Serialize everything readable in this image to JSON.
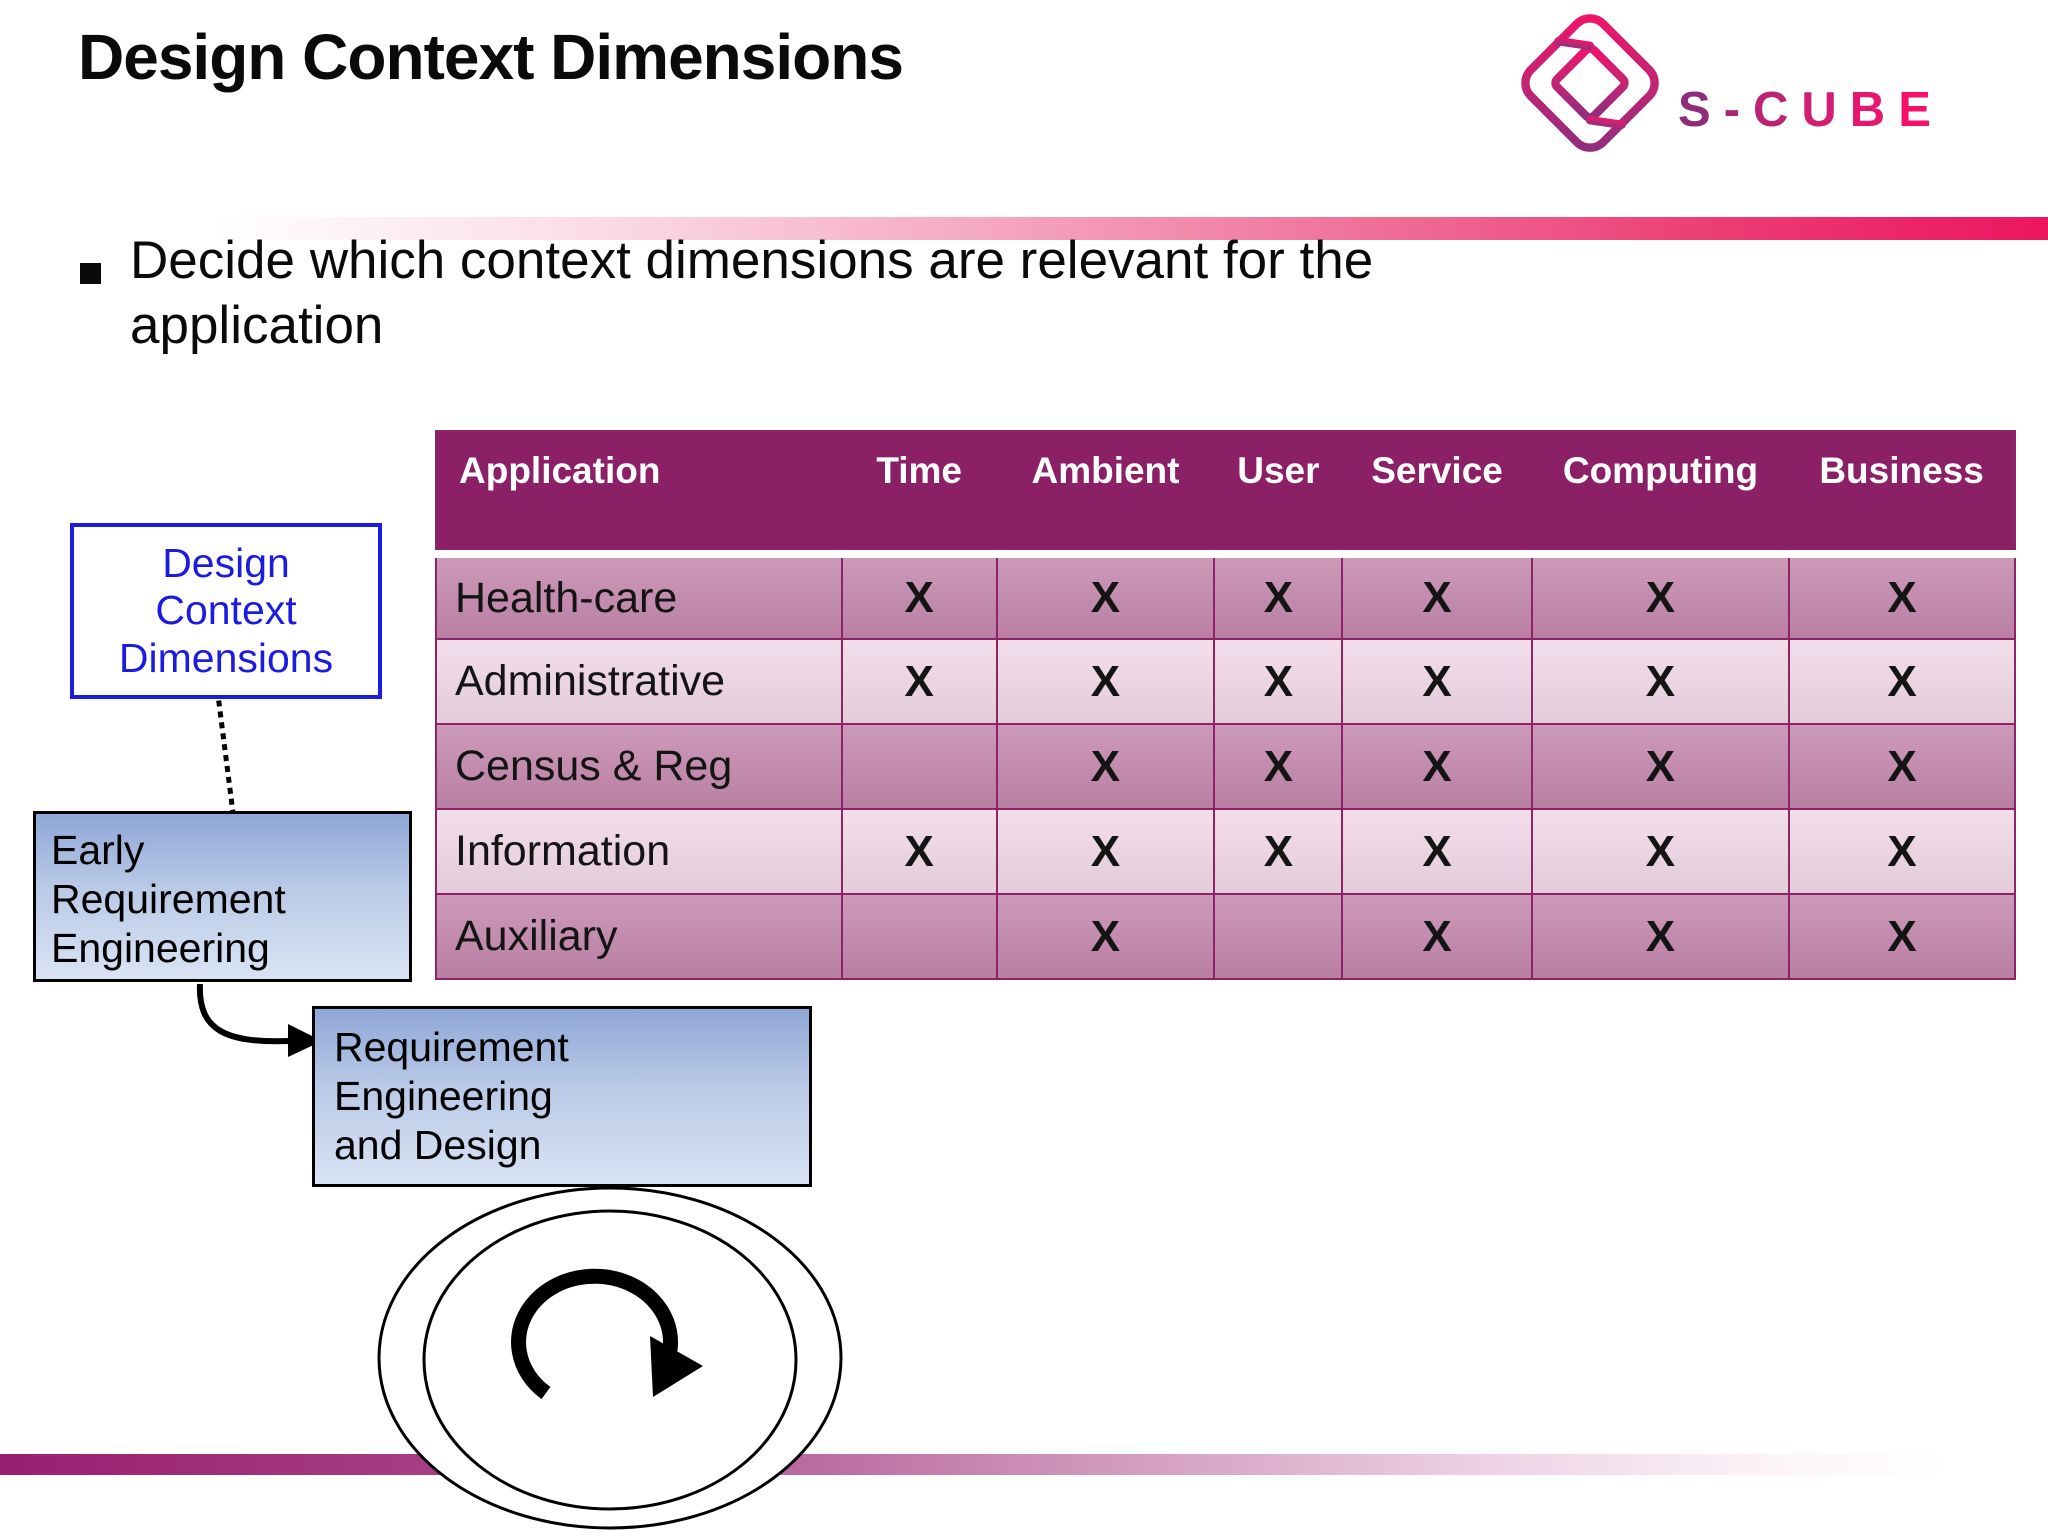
{
  "slide": {
    "title": "Design Context Dimensions",
    "logo": {
      "brand": "S-CUBE"
    },
    "bullet": {
      "text": "Decide which context dimensions are relevant for the application"
    },
    "table": {
      "columns": [
        "Application",
        "Time",
        "Ambient",
        "User",
        "Service",
        "Computing",
        "Business"
      ],
      "mark": "X",
      "rows": [
        {
          "label": "Health-care",
          "marks": [
            true,
            true,
            true,
            true,
            true,
            true
          ]
        },
        {
          "label": "Administrative",
          "marks": [
            true,
            true,
            true,
            true,
            true,
            true
          ]
        },
        {
          "label": "Census & Reg",
          "marks": [
            false,
            true,
            true,
            true,
            true,
            true
          ]
        },
        {
          "label": "Information",
          "marks": [
            true,
            true,
            true,
            true,
            true,
            true
          ]
        },
        {
          "label": "Auxiliary",
          "marks": [
            false,
            true,
            false,
            true,
            true,
            true
          ]
        }
      ]
    },
    "callout": {
      "lines": [
        "Design",
        "Context",
        "Dimensions"
      ]
    },
    "flow": {
      "early_box": {
        "lines": [
          "Early",
          "Requirement",
          "Engineering"
        ]
      },
      "req_box": {
        "lines": [
          "Requirement",
          "Engineering",
          "and Design"
        ]
      }
    }
  },
  "colors": {
    "header_bg": "#8B2066",
    "row_dark": "#C386AC",
    "row_light": "#F0D7E6",
    "table_border": "#8E2368",
    "callout_blue": "#1C1CE0",
    "box_gradient_top": "#8FA7D6",
    "box_gradient_bottom": "#D9E3F4",
    "accent_pink": "#EC1660",
    "accent_purple": "#981F70",
    "brand_letters": [
      "#8F2C7A",
      "#A62877",
      "#BC2374",
      "#D21D71",
      "#E6176E",
      "#F5106A"
    ]
  }
}
